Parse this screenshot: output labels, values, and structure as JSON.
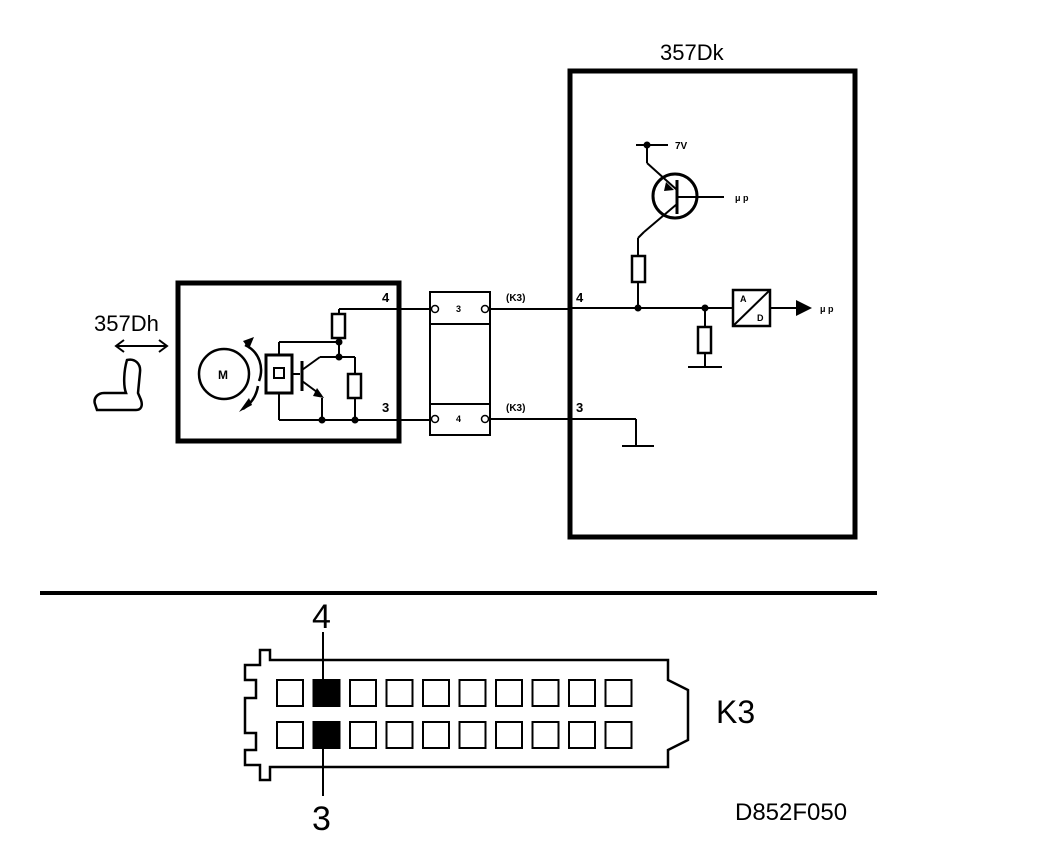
{
  "labels": {
    "seat_unit": "357Dh",
    "control_unit": "357Dk",
    "voltage": "7V",
    "up_1": "μ p",
    "up_2": "μ p",
    "ad_a": "A",
    "ad_d": "D",
    "motor": "M",
    "pin4_left": "4",
    "pin3_left": "3",
    "conn_pin_top": "3",
    "conn_pin_bottom": "4",
    "wire_k3_top": "(K3)",
    "wire_k3_bottom": "(K3)",
    "pin4_right": "4",
    "pin3_right": "3",
    "connector_pin_top": "4",
    "connector_pin_bottom": "3",
    "connector_name": "K3",
    "figure_ref": "D852F050"
  },
  "connector": {
    "columns": 10,
    "rows": 2,
    "filled_column": 2
  }
}
